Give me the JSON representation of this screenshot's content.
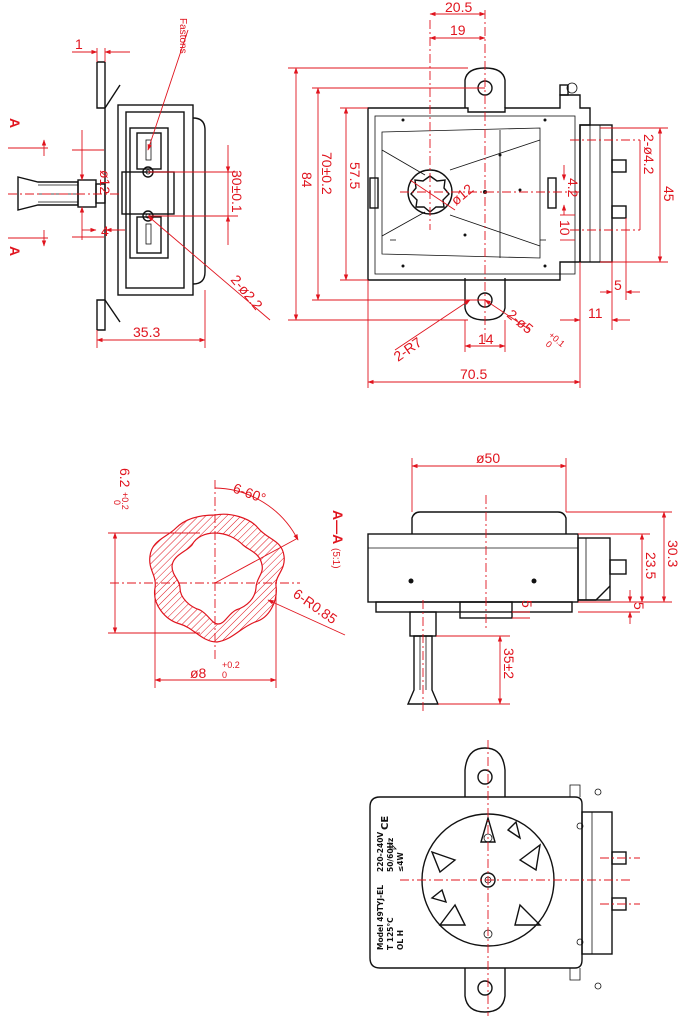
{
  "colors": {
    "dimension": "#e0141e",
    "outline": "#111111",
    "background": "#ffffff"
  },
  "side_view": {
    "fastons_label": "Fastons",
    "dim_1": "1",
    "dim_d12": "ø12",
    "dim_4": "4",
    "dim_30": "30±0.1",
    "dim_2d22": "2-ø2.2",
    "dim_353": "35.3",
    "section_a_top": "A",
    "section_a_bottom": "A"
  },
  "front_view": {
    "dim_205": "20.5",
    "dim_19": "19",
    "dim_84": "84",
    "dim_70": "70±0.2",
    "dim_575": "57.5",
    "dim_d12": "ø12",
    "dim_2d42": "2-ø4.2",
    "dim_45": "45",
    "dim_42": "4.2",
    "dim_10": "10",
    "dim_5": "5",
    "dim_11": "11",
    "dim_2d5": "2-ø5",
    "dim_2d5_tol_upper": "+0.1",
    "dim_2d5_tol_lower": "0",
    "dim_14": "14",
    "dim_2r7": "2-R7",
    "dim_705": "70.5"
  },
  "section_view": {
    "dim_62": "6.2",
    "dim_62_tol_upper": "+0.2",
    "dim_62_tol_lower": "0",
    "dim_660": "6-60°",
    "dim_6r085": "6-R0.85",
    "dim_d8": "ø8",
    "dim_d8_tol_upper": "+0.2",
    "dim_d8_tol_lower": "0",
    "section_title": "A—A",
    "section_scale": "(5:1)"
  },
  "bottom_view": {
    "dim_d50": "ø50",
    "dim_303": "30.3",
    "dim_235": "23.5",
    "dim_5a": "5",
    "dim_5b": "5",
    "dim_35": "35±2"
  },
  "label_view": {
    "model": "Model 49TYJ-EL",
    "voltage": "220-240V",
    "temp": "T 125°C",
    "freq": "50/60Hz",
    "power": "≤4W",
    "olh": "OL H",
    "ce": "CE"
  }
}
